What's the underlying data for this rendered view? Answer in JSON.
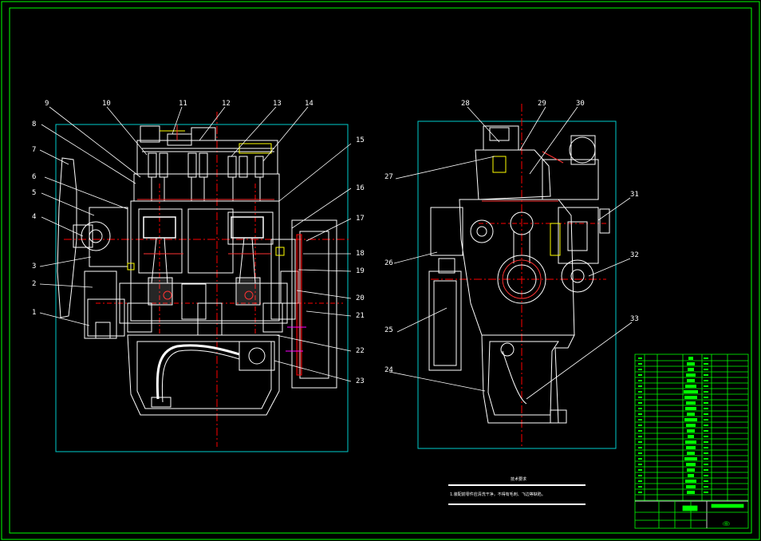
{
  "drawing": {
    "colors": {
      "background": "#000000",
      "frame": "#00ff00",
      "outline": "#ffffff",
      "centerline": "#ff0000",
      "viewport": "#00ffff",
      "leader": "#ffffff",
      "yellow": "#ffff00",
      "magenta": "#ff00ff"
    },
    "front_view_callouts": [
      "1",
      "2",
      "3",
      "4",
      "5",
      "6",
      "7",
      "8",
      "9",
      "10",
      "11",
      "12",
      "13",
      "14",
      "15",
      "16",
      "17",
      "18",
      "19",
      "20",
      "21",
      "22",
      "23"
    ],
    "side_view_callouts": [
      "24",
      "25",
      "26",
      "27",
      "28",
      "29",
      "30",
      "31",
      "32",
      "33"
    ],
    "tech_requirements": {
      "title": "技术要求",
      "line": "1.装配前零件应清洗干净，不得有毛刺、飞边等缺陷。"
    },
    "title_block": {
      "scale_note": "(图)"
    }
  }
}
